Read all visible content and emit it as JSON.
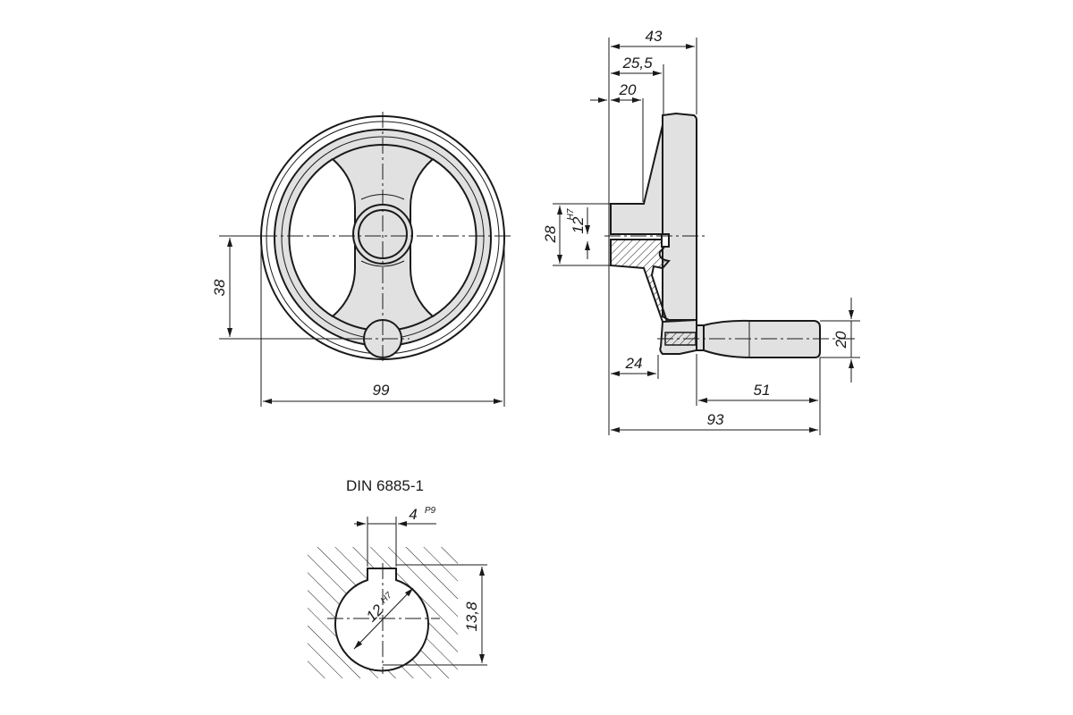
{
  "dimensions": {
    "front_diameter": "99",
    "front_offset": "38",
    "side_total_width": "43",
    "side_hub_to_rim": "25,5",
    "side_hub_length": "20",
    "side_bore_height": "28",
    "side_bore": "12",
    "side_bore_tol": "H7",
    "side_handle_diameter": "20",
    "side_rim_offset": "24",
    "side_handle_length": "51",
    "side_overall_length": "93"
  },
  "keyway": {
    "standard": "DIN 6885-1",
    "width": "4",
    "width_tol": "P9",
    "bore": "12",
    "bore_tol": "H7",
    "depth": "13,8"
  }
}
